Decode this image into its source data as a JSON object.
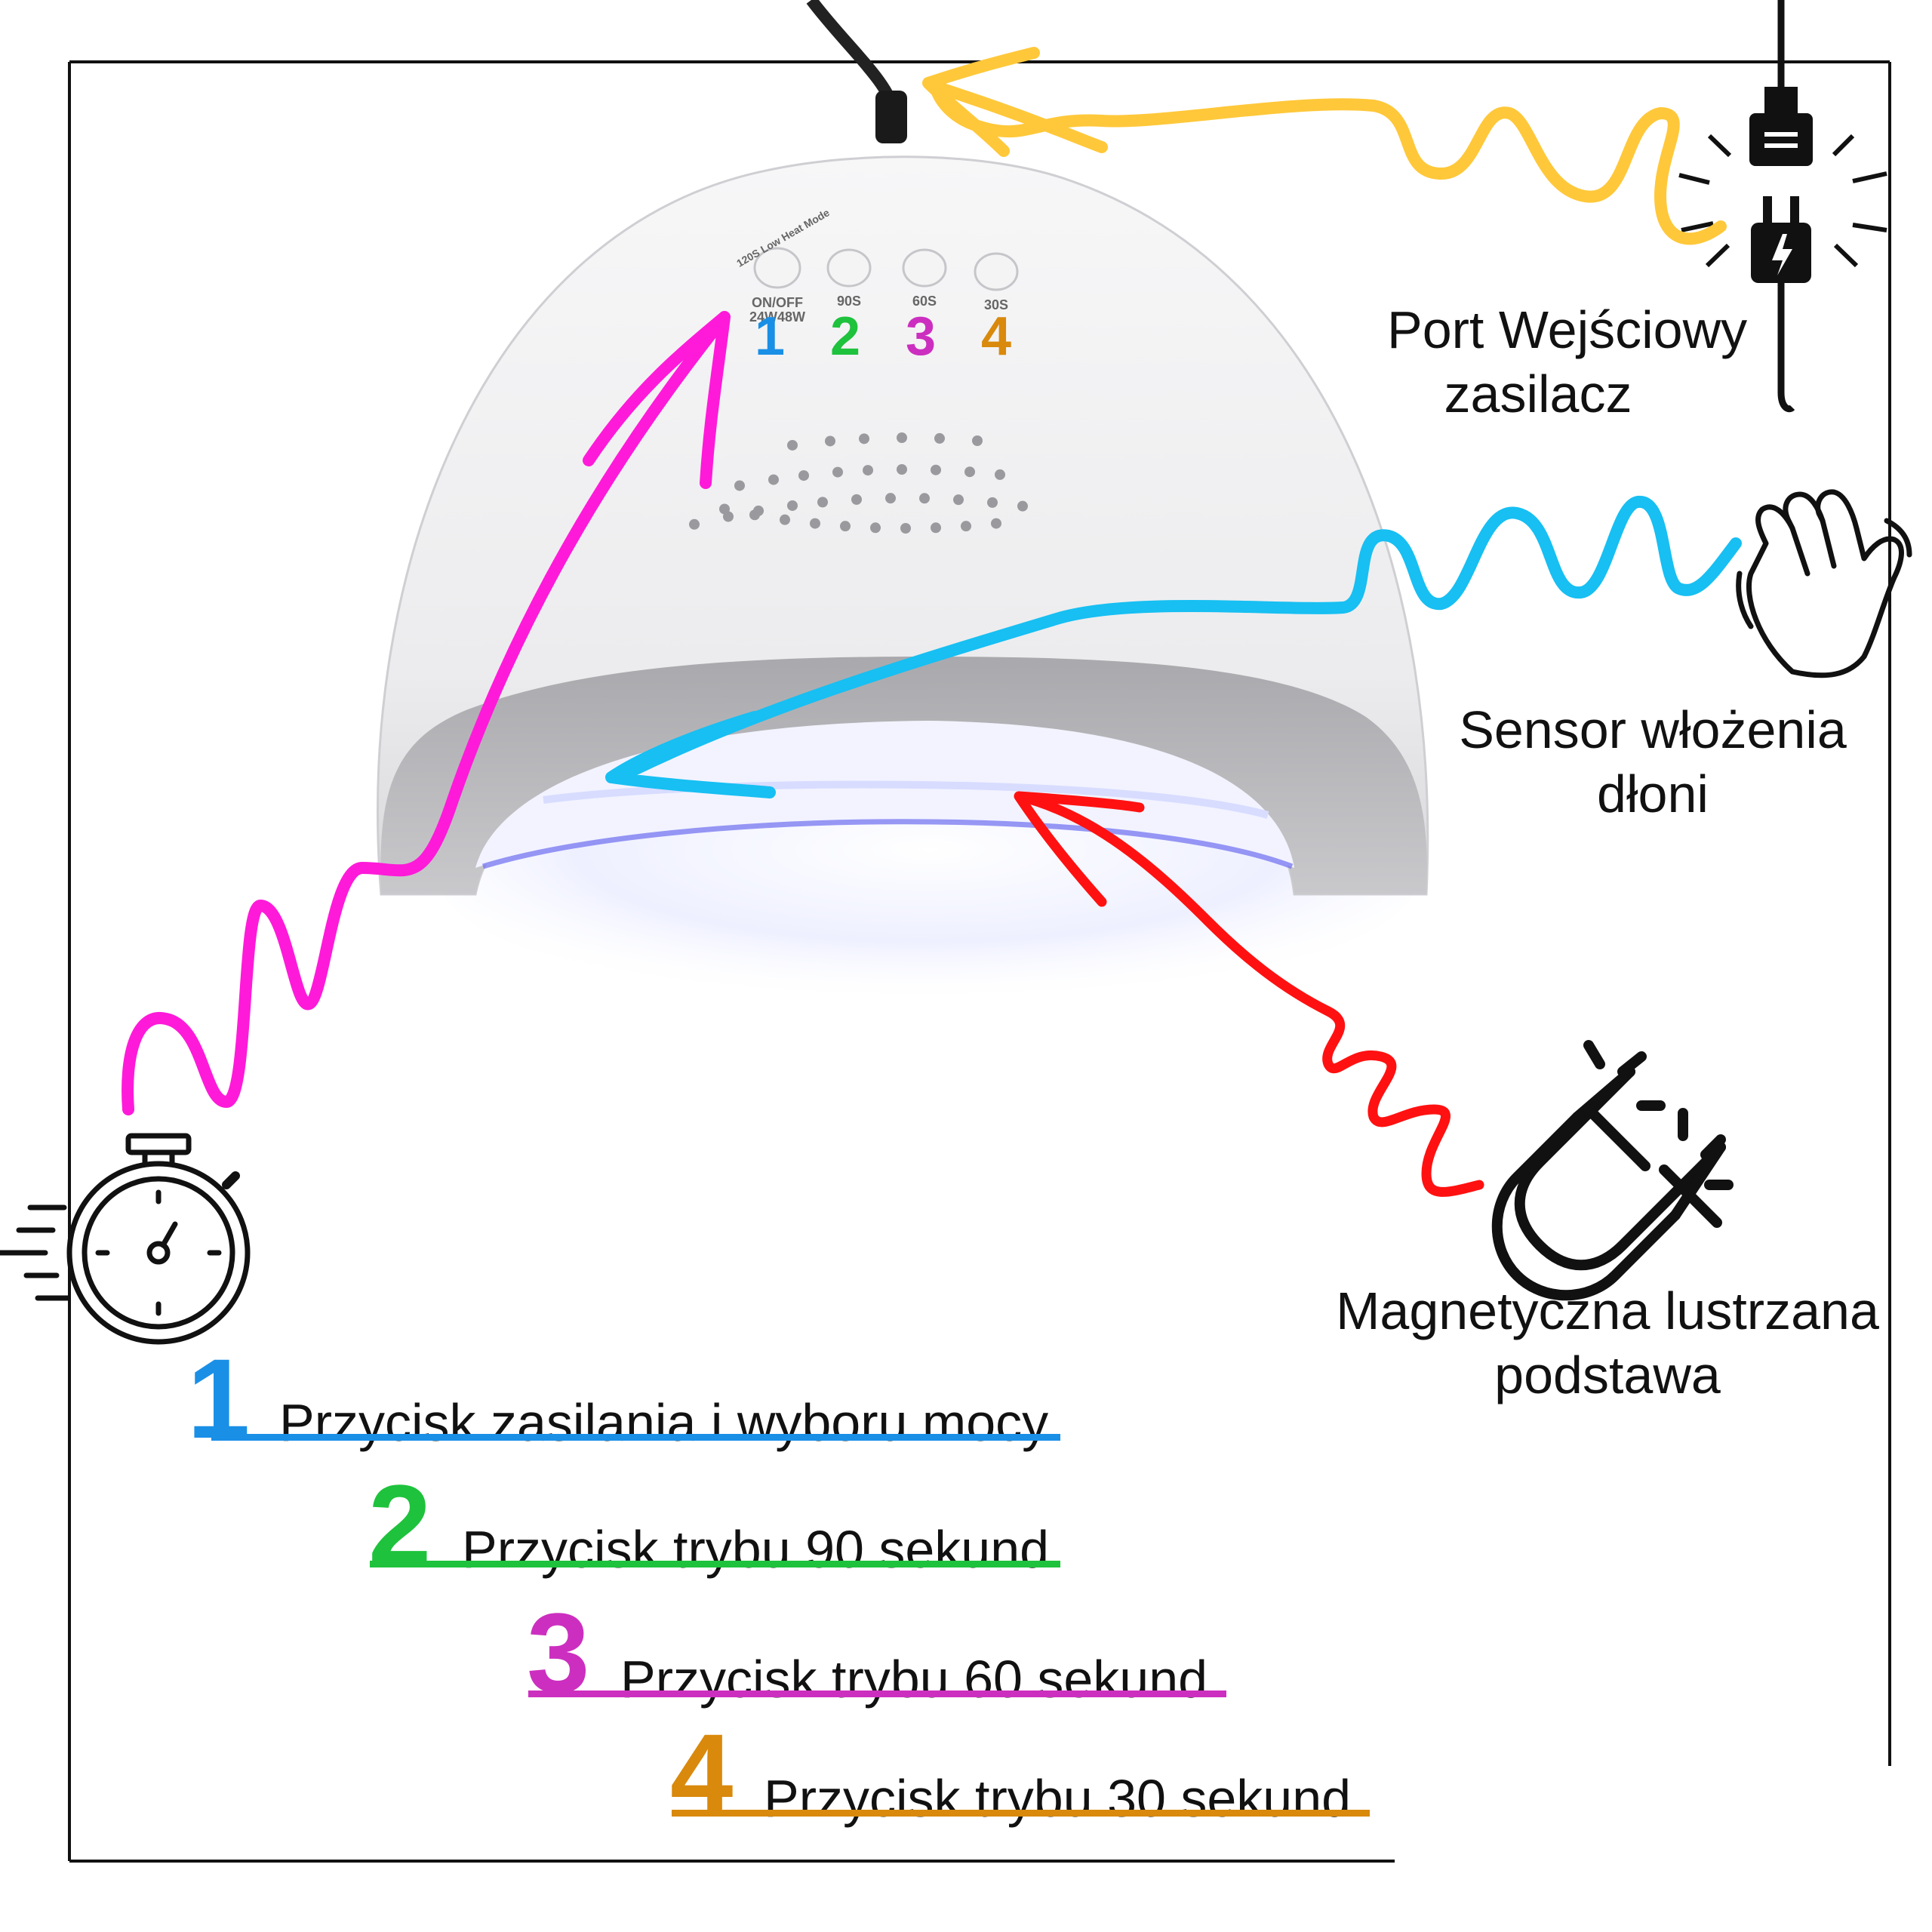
{
  "colors": {
    "blue": "#1a8fe6",
    "green": "#1ec23c",
    "magenta": "#cc2fbf",
    "orange": "#d9890c",
    "pink_arrow": "#ff1ad9",
    "yellow_arrow": "#ffc83a",
    "cyan_arrow": "#17bff2",
    "red_arrow": "#ff1111"
  },
  "lamp": {
    "buttons": [
      {
        "number": "1",
        "caption_top": "120S Low Heat Mode",
        "caption_bottom": "ON/OFF 24W48W"
      },
      {
        "number": "2",
        "caption_bottom": "90S"
      },
      {
        "number": "3",
        "caption_bottom": "60S"
      },
      {
        "number": "4",
        "caption_bottom": "30S"
      }
    ]
  },
  "callouts": {
    "power_port": {
      "line1": "Port Wejściowy",
      "line2": "zasilacz",
      "icon": "power-plug-icon"
    },
    "hand_sensor": {
      "line1": "Sensor włożenia",
      "line2": "dłoni",
      "icon": "waving-hand-icon"
    },
    "magnetic_base": {
      "line1": "Magnetyczna lustrzana",
      "line2": "podstawa",
      "icon": "magnet-icon"
    },
    "timer": {
      "icon": "stopwatch-icon"
    }
  },
  "legend": [
    {
      "number": "1",
      "text": "Przycisk zasilania i wyboru mocy",
      "color_key": "blue"
    },
    {
      "number": "2",
      "text": "Przycisk trybu 90 sekund",
      "color_key": "green"
    },
    {
      "number": "3",
      "text": "Przycisk trybu 60 sekund",
      "color_key": "magenta"
    },
    {
      "number": "4",
      "text": "Przycisk trybu 30 sekund",
      "color_key": "orange"
    }
  ]
}
